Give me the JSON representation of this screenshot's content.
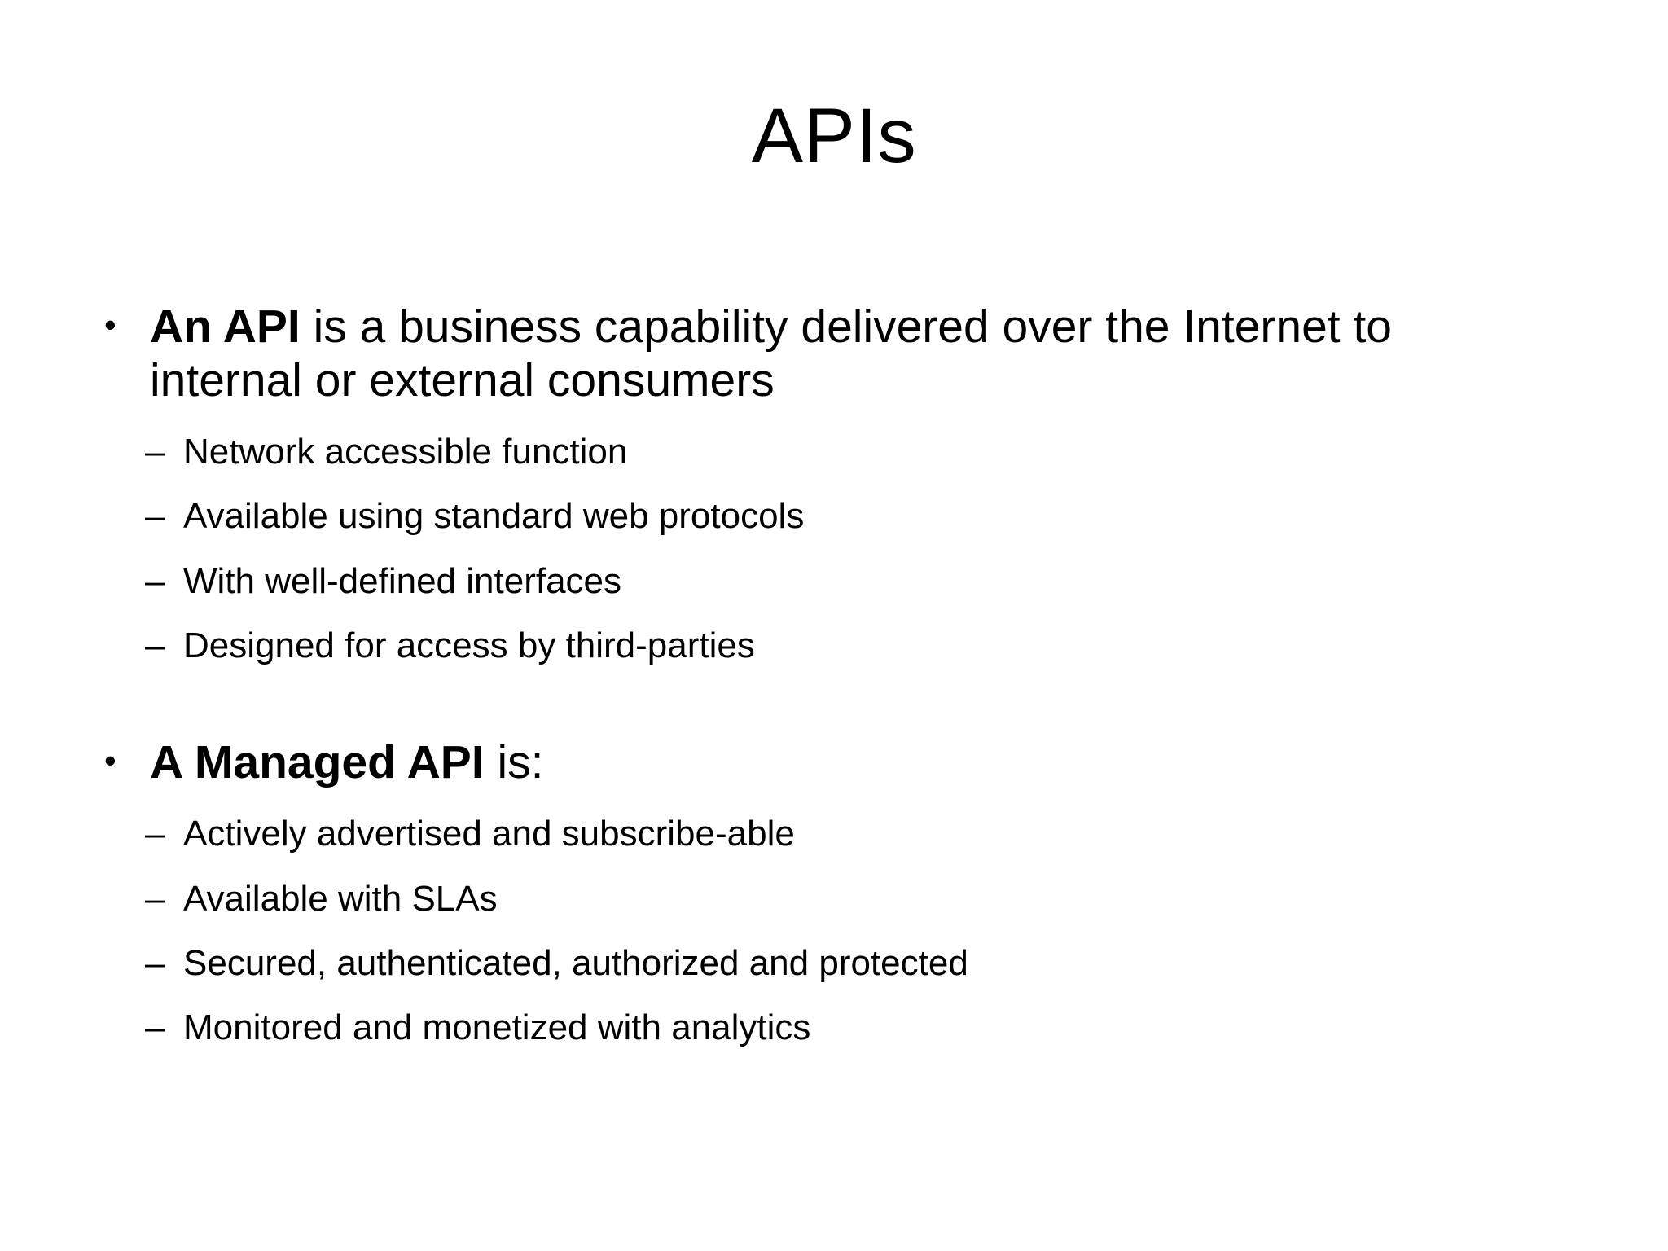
{
  "slide": {
    "title": "APIs",
    "background_color": "#ffffff",
    "text_color": "#000000",
    "bullet_marker": "•",
    "sub_bullet_marker": "–",
    "blocks": [
      {
        "level1": {
          "lead_bold": "An API",
          "rest": " is a business capability delivered over the Internet to internal or external consumers"
        },
        "level2": [
          "Network accessible function",
          "Available using standard web protocols",
          "With well-defined interfaces",
          "Designed for access by third-parties"
        ]
      },
      {
        "level1": {
          "lead_bold": "A Managed API",
          "rest": " is:"
        },
        "level2": [
          "Actively advertised and subscribe-able",
          "Available with SLAs",
          "Secured, authenticated, authorized and protected",
          "Monitored and monetized with analytics"
        ]
      }
    ]
  }
}
